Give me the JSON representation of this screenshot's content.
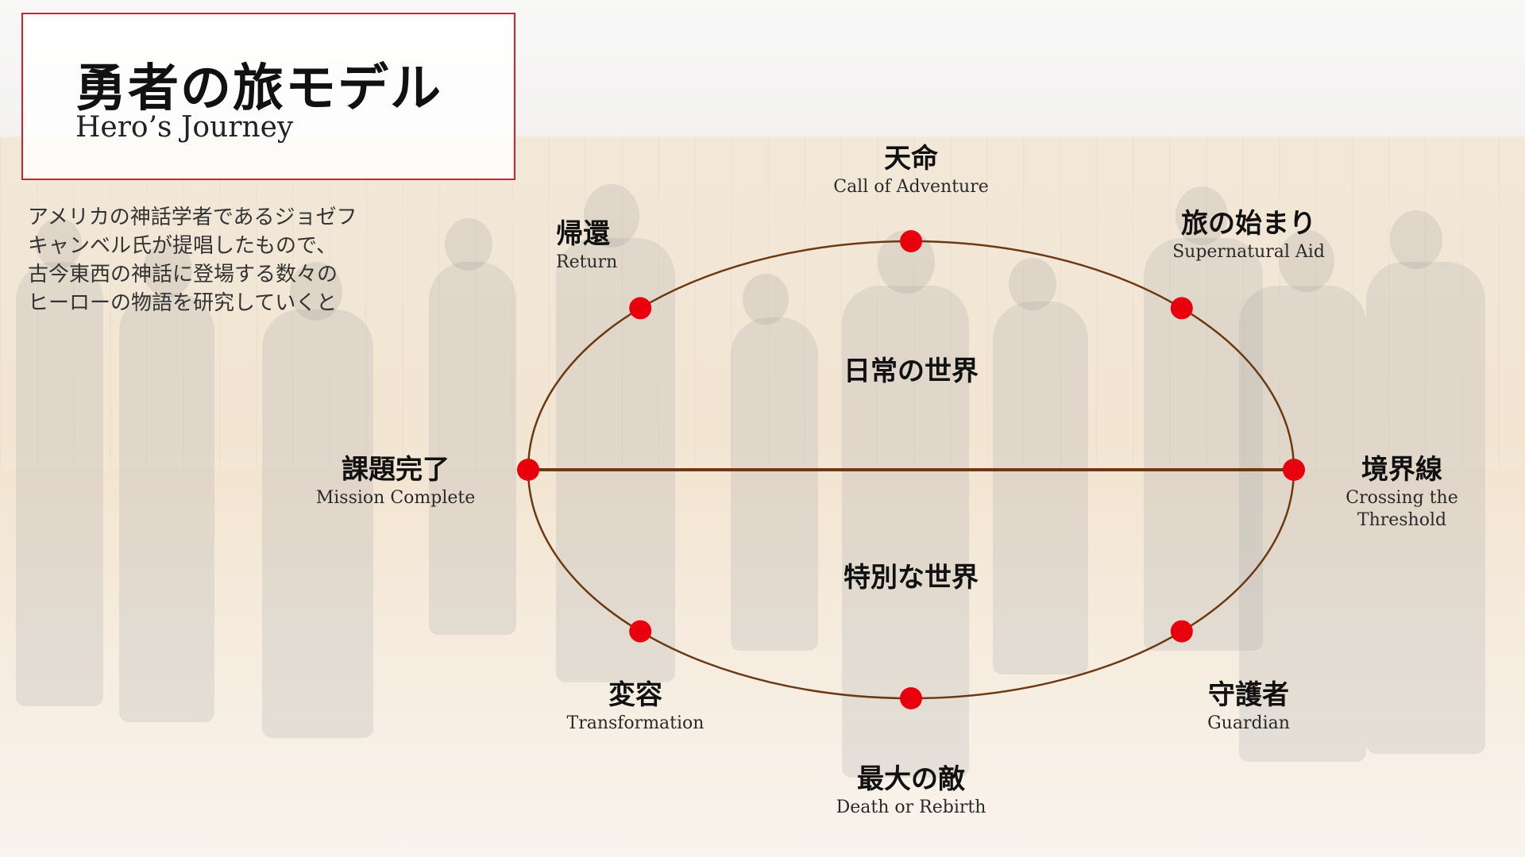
{
  "title": {
    "ja": "勇者の旅モデル",
    "en": "Hero’s Journey"
  },
  "intro": [
    "アメリカの神話学者であるジョゼフ",
    "キャンベル氏が提唱したもので、",
    "古今東西の神話に登場する数々の",
    "ヒーローの物語を研究していくと"
  ],
  "worlds": {
    "upper": "日常の世界",
    "lower": "特別な世界"
  },
  "stages": [
    {
      "ja": "天命",
      "en": "Call of Adventure"
    },
    {
      "ja": "旅の始まり",
      "en": "Supernatural Aid"
    },
    {
      "ja": "境界線",
      "en": "Crossing the\nThreshold"
    },
    {
      "ja": "守護者",
      "en": "Guardian"
    },
    {
      "ja": "最大の敵",
      "en": "Death or Rebirth"
    },
    {
      "ja": "変容",
      "en": "Transformation"
    },
    {
      "ja": "課題完了",
      "en": "Mission Complete"
    },
    {
      "ja": "帰還",
      "en": "Return"
    }
  ],
  "colors": {
    "accent": "#d91f2a",
    "node": "#e8000d",
    "ellipse": "#6b3a12"
  }
}
